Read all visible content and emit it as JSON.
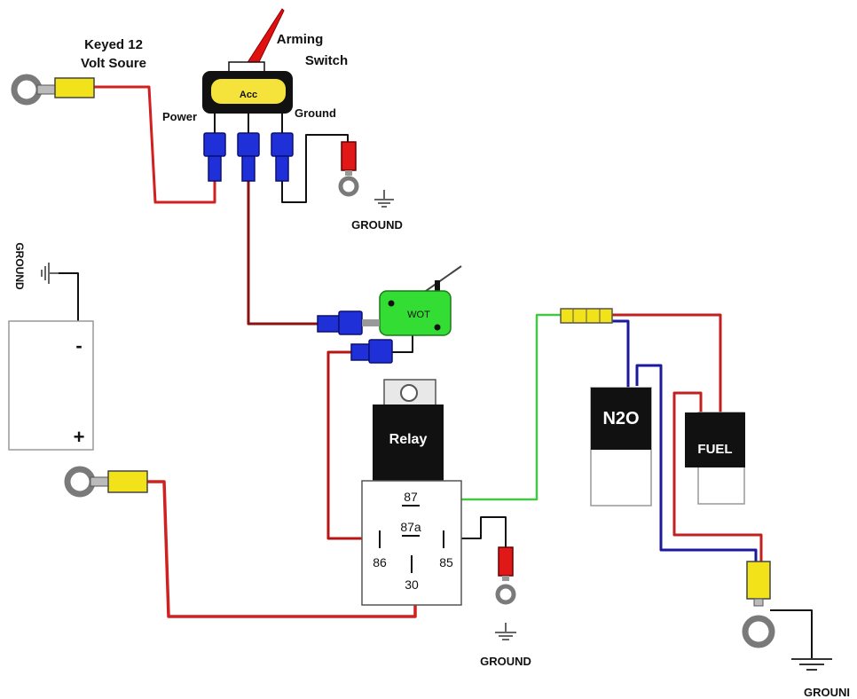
{
  "labels": {
    "source": [
      "Keyed 12",
      "Volt Soure"
    ],
    "arming_switch": [
      "Arming",
      "Switch"
    ],
    "switch_face": "Acc",
    "power": "Power",
    "switch_ground": "Ground",
    "ground": "GROUND",
    "ground_right": "GROUNI",
    "battery_minus": "-",
    "battery_plus": "+",
    "wot": "WOT",
    "relay": "Relay",
    "pin_87": "87",
    "pin_87a": "87a",
    "pin_86": "86",
    "pin_85": "85",
    "pin_30": "30",
    "n2o": "N2O",
    "fuel": "FUEL"
  },
  "colors": {
    "wire_red": "#d02020",
    "wire_black": "#111111",
    "wire_green": "#44c844",
    "wire_blue": "#1a1a9a",
    "terminal_yellow": "#f2e21a",
    "terminal_red": "#e01818",
    "connector_blue": "#2030d8",
    "wot_green": "#33dd33",
    "switch_yellow": "#f5e23a",
    "lever_red": "#e01010"
  }
}
